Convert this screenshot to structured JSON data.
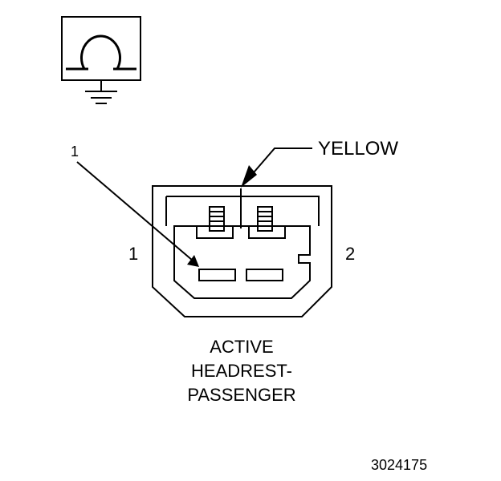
{
  "symbol": {
    "icon": "ground-ohm-icon"
  },
  "callouts": {
    "color_label": "YELLOW",
    "item_number": "1"
  },
  "connector": {
    "pin_left": "1",
    "pin_right": "2",
    "name_lines": [
      "ACTIVE",
      "HEADREST-",
      "PASSENGER"
    ]
  },
  "figure_id": "3024175"
}
